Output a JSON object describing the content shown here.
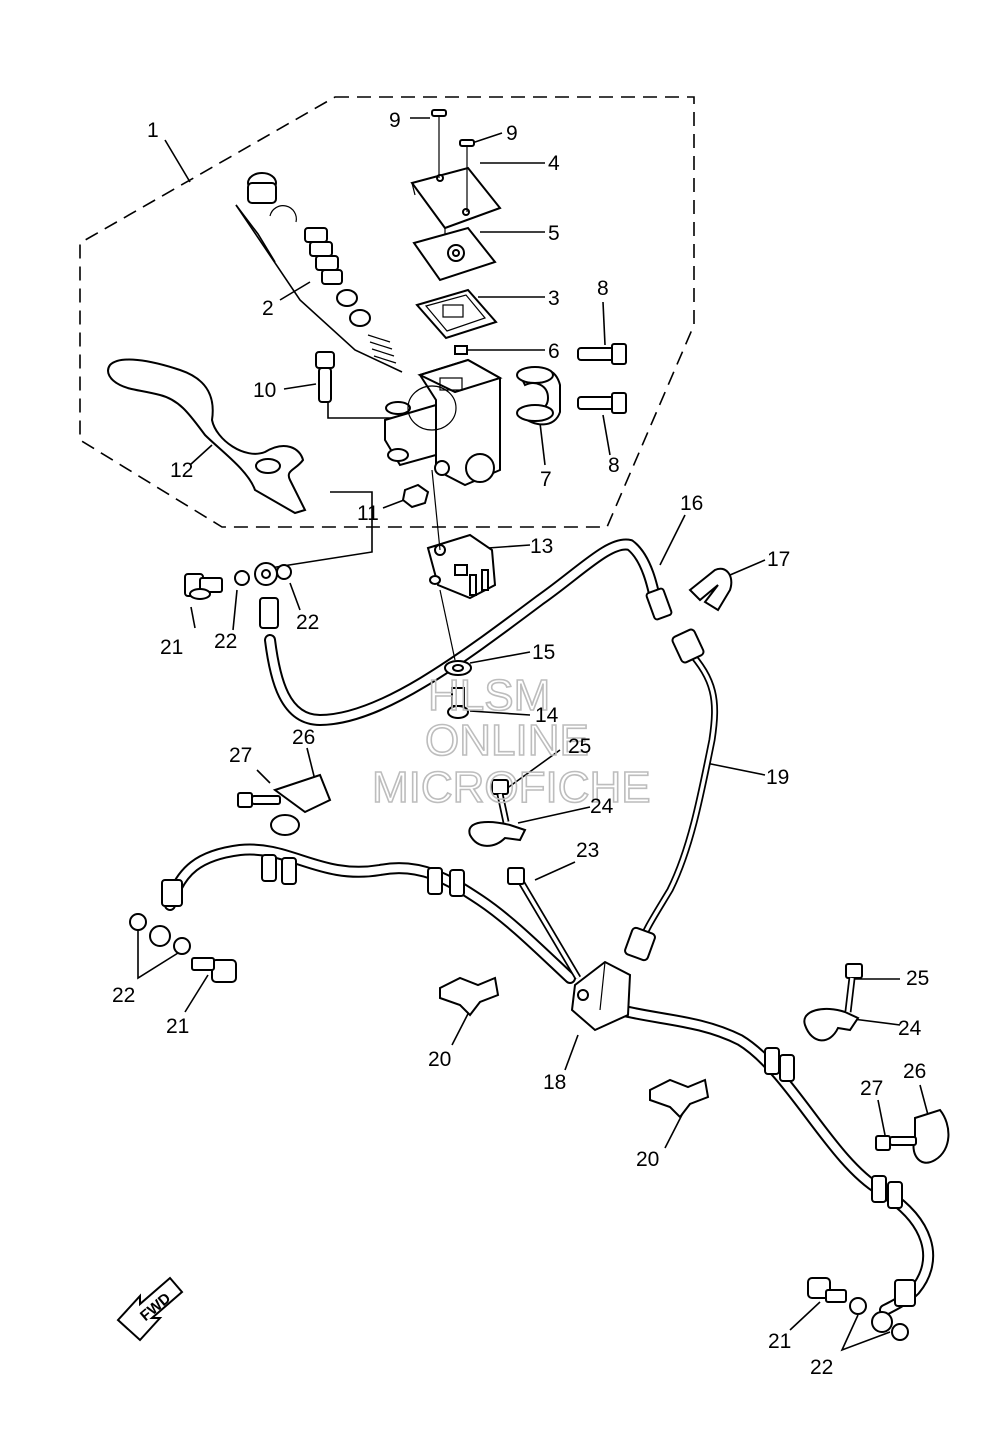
{
  "diagram": {
    "callouts": [
      {
        "id": "c1",
        "text": "1"
      },
      {
        "id": "c2",
        "text": "2"
      },
      {
        "id": "c3",
        "text": "3"
      },
      {
        "id": "c4",
        "text": "4"
      },
      {
        "id": "c5",
        "text": "5"
      },
      {
        "id": "c6",
        "text": "6"
      },
      {
        "id": "c7",
        "text": "7"
      },
      {
        "id": "c8a",
        "text": "8"
      },
      {
        "id": "c8b",
        "text": "8"
      },
      {
        "id": "c9a",
        "text": "9"
      },
      {
        "id": "c9b",
        "text": "9"
      },
      {
        "id": "c10",
        "text": "10"
      },
      {
        "id": "c11",
        "text": "11"
      },
      {
        "id": "c12",
        "text": "12"
      },
      {
        "id": "c13",
        "text": "13"
      },
      {
        "id": "c14",
        "text": "14"
      },
      {
        "id": "c15",
        "text": "15"
      },
      {
        "id": "c16",
        "text": "16"
      },
      {
        "id": "c17",
        "text": "17"
      },
      {
        "id": "c18",
        "text": "18"
      },
      {
        "id": "c19",
        "text": "19"
      },
      {
        "id": "c20a",
        "text": "20"
      },
      {
        "id": "c20b",
        "text": "20"
      },
      {
        "id": "c21a",
        "text": "21"
      },
      {
        "id": "c21b",
        "text": "21"
      },
      {
        "id": "c21c",
        "text": "21"
      },
      {
        "id": "c22a",
        "text": "22"
      },
      {
        "id": "c22b",
        "text": "22"
      },
      {
        "id": "c22c",
        "text": "22"
      },
      {
        "id": "c22d",
        "text": "22"
      },
      {
        "id": "c23",
        "text": "23"
      },
      {
        "id": "c24a",
        "text": "24"
      },
      {
        "id": "c24b",
        "text": "24"
      },
      {
        "id": "c25a",
        "text": "25"
      },
      {
        "id": "c25b",
        "text": "25"
      },
      {
        "id": "c26a",
        "text": "26"
      },
      {
        "id": "c26b",
        "text": "26"
      },
      {
        "id": "c27a",
        "text": "27"
      },
      {
        "id": "c27b",
        "text": "27"
      }
    ],
    "fwd_label": "FWD",
    "watermark": {
      "line1": "HLSM",
      "line2": "ONLINE",
      "line3": "MICROFICHE"
    }
  }
}
